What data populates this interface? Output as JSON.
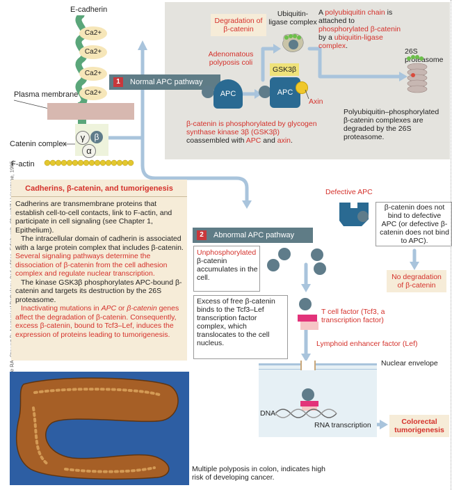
{
  "credit": "Photograph from Cooke RA, Stewart B: Anatomical Pathology, 2nd edition. Edinburgh, Churchill Livingstone, 1995.",
  "membrane": {
    "e_cadherin": "E-cadherin",
    "ca": "Ca2+",
    "plasma_membrane": "Plasma membrane",
    "catenin_complex": "Catenin complex",
    "f_actin": "F-actin",
    "gamma": "γ",
    "beta": "β",
    "alpha": "α"
  },
  "normal_pathway": {
    "label_num": "1",
    "label": "Normal APC pathway",
    "degradation": "Degradation of β-catenin",
    "apc_name": "Adenomatous polyposis coli",
    "ubiquitin_complex": "Ubiquitin-ligase complex",
    "poly_text_a": "A ",
    "poly_text_red1": "polyubiquitin chain",
    "poly_text_b": " is attached to ",
    "poly_text_red2": "phosphorylated β-catenin",
    "poly_text_c": " by a ",
    "poly_text_red3": "ubiquitin-ligase complex",
    "poly_text_d": ".",
    "proteasome": "26S proteasome",
    "gsk": "GSK3β",
    "apc": "APC",
    "axin": "Axin",
    "phos_red": "β-catenin is phosphorylated by glycogen synthase kinase 3β  (GSK3β)",
    "phos_b": "coassembled with ",
    "phos_apc": "APC",
    "phos_and": " and ",
    "phos_axin": "axin",
    "phos_end": ".",
    "degraded": "Polyubiquitin–phosphorylated β-catenin complexes are degraded by the 26S proteasome."
  },
  "textbox": {
    "title": "Cadherins, β-catenin, and tumorigenesis",
    "p1": "Cadherins are transmembrane proteins that establish cell-to-cell contacts, link to F-actin, and participate in cell signaling (see Chapter 1, Epithelium).",
    "p2a": "The intracellular domain of cadherin is associated with a large protein complex that includes β-catenin. ",
    "p2b": "Several signaling pathways determine the dissociation of β-catenin from the cell adhesion complex and regulate nuclear transcription.",
    "p3": "The kinase GSK3β phosphorylates APC-bound β-catenin and targets its destruction by the 26S proteasome.",
    "p4a": "Inactivating mutations in ",
    "p4b": "APC",
    "p4c": " or ",
    "p4d": "β-catenin",
    "p4e": " genes affect the degradation of β-catenin. Consequently, excess β-catenin, bound to Tcf3–Lef, induces the expression of proteins leading to tumorigenesis."
  },
  "abnormal_pathway": {
    "label_num": "2",
    "label": "Abnormal APC pathway",
    "defective_apc": "Defective APC",
    "defective_note": "β-catenin does not bind to defective APC (or defective β-catenin does not bind to APC).",
    "no_degradation": "No degradation of β-catenin",
    "unphos_red": "Unphosphorylated",
    "unphos_b": "β-catenin accumulates in the cell.",
    "excess": "Excess of free β-catenin binds to the Tcf3–Lef transcription factor complex, which translocates to the cell nucleus.",
    "tcell": "T cell  factor (Tcf3, a transcription factor)",
    "lef": "Lymphoid enhancer factor (Lef)",
    "nuclear_envelope": "Nuclear envelope",
    "dna": "DNA",
    "rna": "RNA transcription",
    "colorectal": "Colorectal tumorigenesis"
  },
  "photo": {
    "caption": "Multiple polyposis in colon, indicates high risk of developing cancer."
  },
  "colors": {
    "accent_red": "#d4312b",
    "slate": "#5f7c86",
    "beige": "#f6ecd8",
    "gray_panel": "#e4e3de",
    "arrow_blue": "#a9c4dc"
  }
}
